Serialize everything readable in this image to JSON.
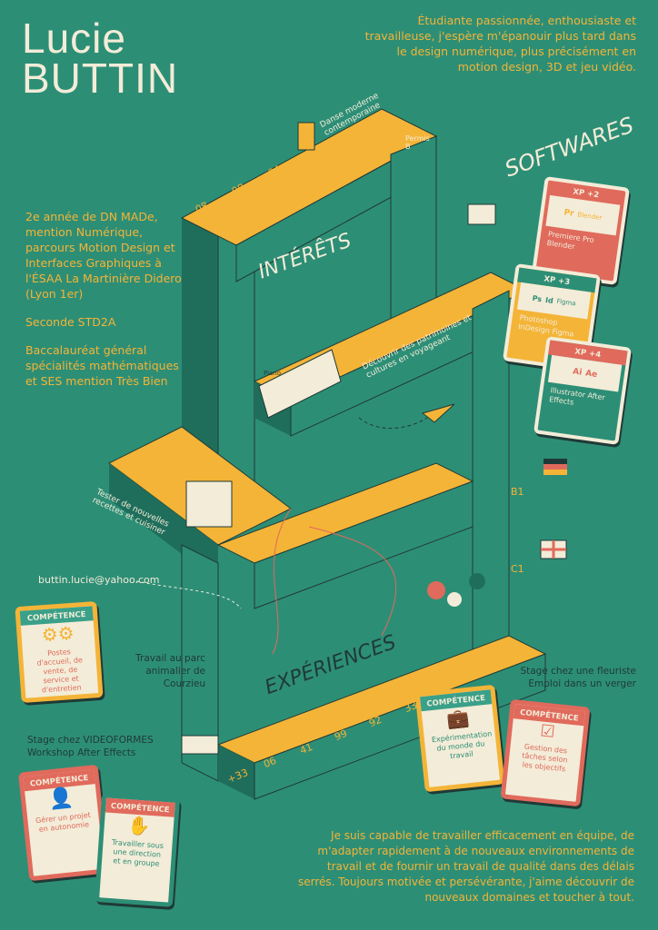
{
  "name": {
    "first": "Lucie",
    "last": "BUTTIN"
  },
  "intro": "Étudiante passionnée, enthousiaste et travailleuse, j'espère m'épanouir plus tard dans le design numérique, plus précisément en motion design, 3D et jeu vidéo.",
  "education": [
    "2e année de DN MADe, mention Numérique, parcours Motion Design et Interfaces Graphiques à l'ÉSAA La Martinière Diderot (Lyon 1er)",
    "Seconde STD2A",
    "Baccalauréat général spécialités mathématiques et SES mention Très Bien"
  ],
  "sections": {
    "interests": "INTÉRÊTS",
    "softwares": "SOFTWARES",
    "experiences": "EXPÉRIENCES"
  },
  "interests": {
    "dance": "Danse moderne contemporaine",
    "licence": "Permis B",
    "travel": "Découvrir des patrimoines et cultures en voyageant",
    "cooking": "Tester de nouvelles recettes et cuisiner",
    "piano": "Piano"
  },
  "score_digits": [
    "08",
    "08",
    "04"
  ],
  "exp_numbers": [
    "+33",
    "06",
    "41",
    "99",
    "92",
    "33"
  ],
  "languages": [
    "B1",
    "C1"
  ],
  "software_cards": [
    {
      "xp": "XP +2",
      "icons": [
        "Pr",
        "Blender"
      ],
      "label": "Premiere Pro Blender"
    },
    {
      "xp": "XP +3",
      "icons": [
        "Ps",
        "Id",
        "Figma"
      ],
      "label": "Photoshop InDesign Figma"
    },
    {
      "xp": "XP +4",
      "icons": [
        "Ai",
        "Ae"
      ],
      "label": "Illustrator After Effects"
    }
  ],
  "experiences": {
    "park": "Travail au parc animalier de Courzieu",
    "florist": "Stage chez une fleuriste Emploi dans un verger",
    "video": "Stage chez VIDEOFORMES Workshop After Effects"
  },
  "competence_title": "COMPÉTENCE",
  "competences": [
    {
      "text": "Postes d'accueil, de vente, de service et d'entretien"
    },
    {
      "text": "Expérimentation du monde du travail"
    },
    {
      "text": "Gestion des tâches selon les objectifs"
    },
    {
      "text": "Gérer un projet en autonomie"
    },
    {
      "text": "Travailler sous une direction et en groupe"
    }
  ],
  "email": "buttin.lucie@yahoo.com",
  "closing": "Je suis capable de travailler efficacement en équipe, de m'adapter rapidement à de nouveaux environnements de travail et de fournir un travail de qualité dans des délais serrés. Toujours motivée et persévérante, j'aime découvrir de nouveaux domaines et toucher à tout.",
  "colors": {
    "bg": "#2d8e76",
    "yellow": "#f4b437",
    "cream": "#f3ecd8",
    "red": "#e06a5c",
    "dark": "#1f3a36"
  }
}
